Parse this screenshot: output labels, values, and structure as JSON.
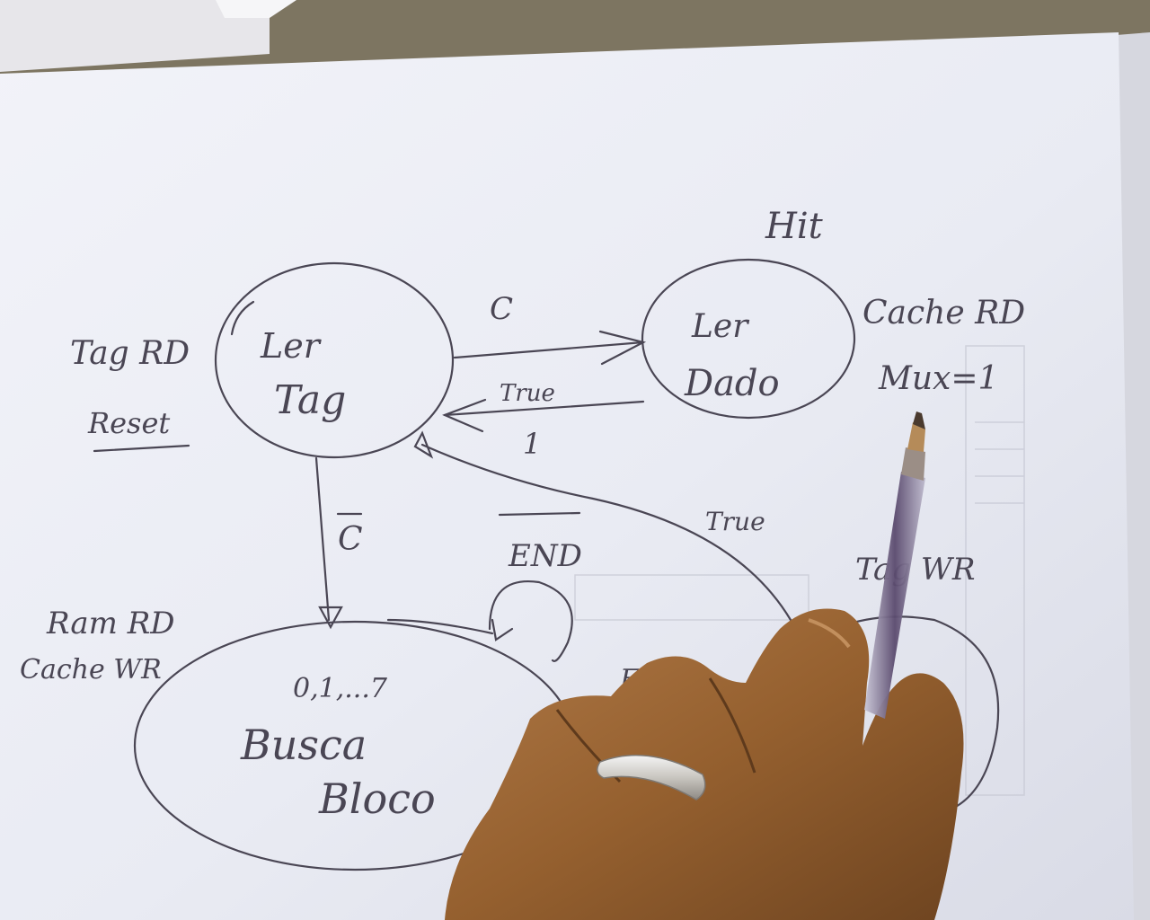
{
  "diagram": {
    "states": [
      {
        "id": "ler-tag",
        "line1": "Ler",
        "line2": "Tag"
      },
      {
        "id": "ler-dado",
        "line1": "Ler",
        "line2": "Dado"
      },
      {
        "id": "busca-bloco",
        "line1": "Busca",
        "line2": "Bloco",
        "counter": "0,1,...7"
      },
      {
        "id": "tag-wr-state",
        "label": "Tag WR"
      }
    ],
    "state_outputs": {
      "ler_tag": {
        "line1": "Tag RD",
        "line2": "Reset"
      },
      "ler_dado": {
        "title": "Hit",
        "line1": "Cache RD",
        "line2": "Mux=1"
      },
      "busca_bloco": {
        "line1": "Ram RD",
        "line2": "Cache WR"
      }
    },
    "transitions": {
      "tag_to_dado": "C",
      "dado_to_tag_top": "True",
      "dado_to_tag_bottom": "1",
      "tag_to_busca": "C",
      "busca_self_loop": "END",
      "busca_to_tagwr": "END",
      "tagwr_to_tag": "True"
    }
  },
  "colors": {
    "ink": "#4a4654",
    "paper": "#eef0f6",
    "table": "#7d7561",
    "skin": "#9a6838",
    "pen": "#5a4a6e"
  }
}
